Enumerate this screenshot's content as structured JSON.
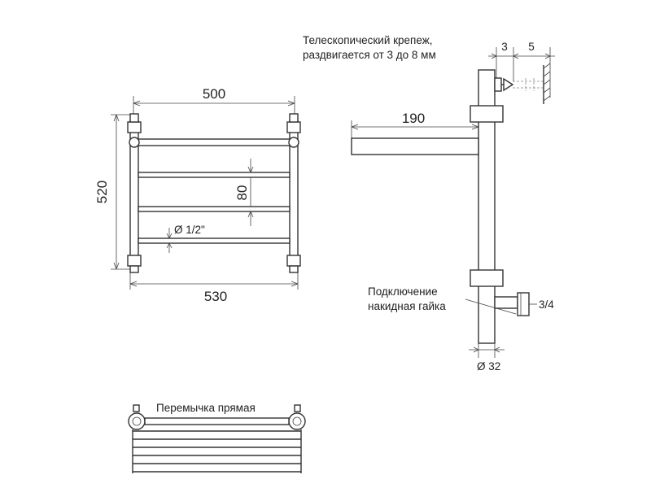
{
  "front_view": {
    "width_top": "500",
    "width_bottom": "530",
    "height": "520",
    "bar_spacing": "80",
    "pipe_diameter": "Ø 1/2\""
  },
  "side_view": {
    "mount_note_line1": "Телескопический крепеж,",
    "mount_note_line2": "раздвигается от 3 до 8 мм",
    "dim_3": "3",
    "dim_5": "5",
    "depth": "190",
    "connection_line1": "Подключение",
    "connection_line2": "накидная гайка",
    "thread": "3/4",
    "tube_diameter": "Ø 32"
  },
  "top_view": {
    "caption": "Перемычка прямая"
  }
}
